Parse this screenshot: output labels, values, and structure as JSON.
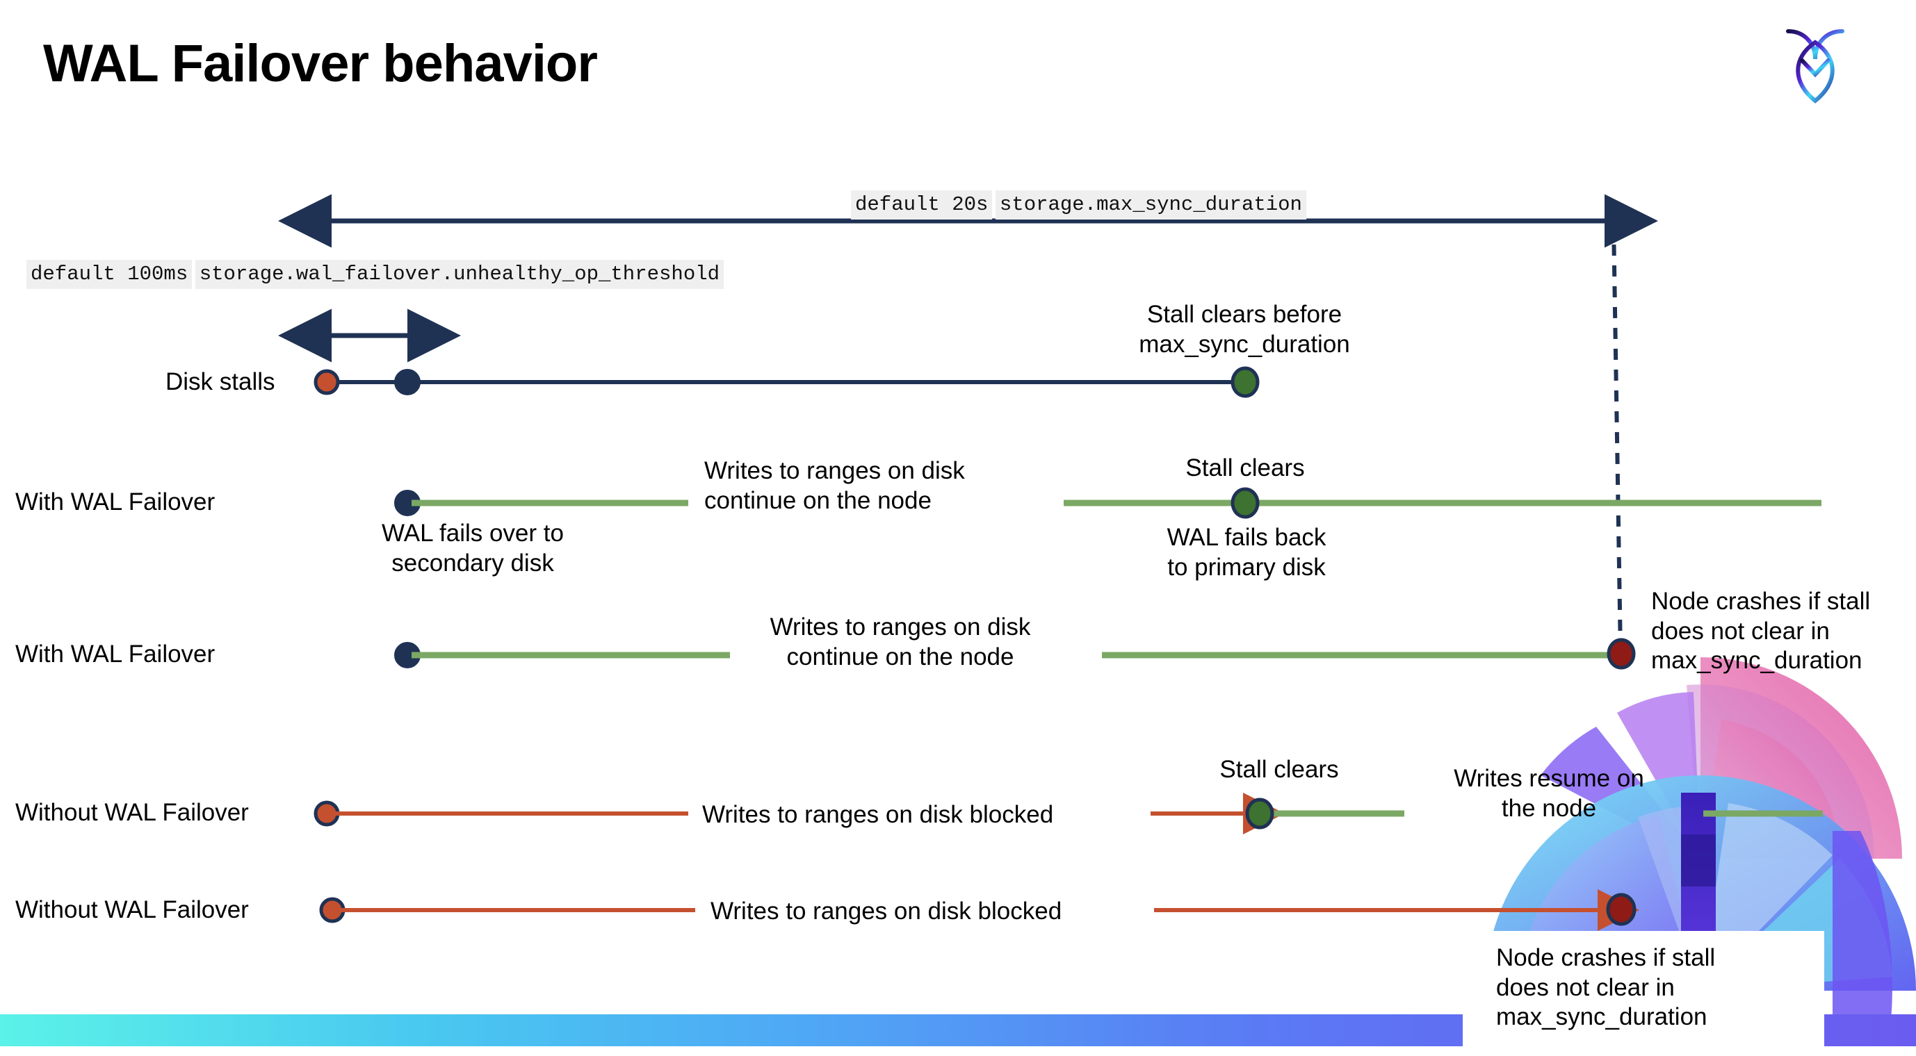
{
  "slide": {
    "title": "WAL Failover behavior",
    "logo_name": "cockroachdb-logo"
  },
  "annotations": {
    "max_sync_default": "default 20s",
    "max_sync_setting": "storage.max_sync_duration",
    "unhealthy_default": "default 100ms",
    "unhealthy_setting": "storage.wal_failover.unhealthy_op_threshold"
  },
  "rows": [
    {
      "label": "Disk stalls",
      "notes": [
        {
          "text": "Stall clears before\nmax_sync_duration"
        }
      ]
    },
    {
      "label": "With WAL Failover",
      "notes": [
        {
          "text": "Writes to ranges on disk\ncontinue on the node"
        },
        {
          "text": "Stall clears"
        },
        {
          "text": "WAL fails over to\nsecondary disk"
        },
        {
          "text": "WAL fails  back\nto primary disk"
        }
      ]
    },
    {
      "label": "With WAL Failover",
      "notes": [
        {
          "text": "Writes to ranges on disk\ncontinue on the node"
        },
        {
          "text": "Node crashes if stall\ndoes not clear in\nmax_sync_duration"
        }
      ]
    },
    {
      "label": "Without WAL Failover",
      "notes": [
        {
          "text": "Writes to ranges on disk  blocked"
        },
        {
          "text": "Stall clears"
        },
        {
          "text": "Writes resume on\nthe node"
        }
      ]
    },
    {
      "label": "Without WAL Failover",
      "notes": [
        {
          "text": "Writes to ranges on disk  blocked"
        },
        {
          "text": "Node crashes if stall\ndoes not clear in\nmax_sync_duration"
        }
      ]
    }
  ],
  "colors": {
    "navy": "#1F3254",
    "orange": "#C5502F",
    "green_line": "#7BA864",
    "green_dot": "#3E7230",
    "dark_red": "#8E1B15",
    "chip_bg": "#EFEFEF",
    "bar_gradient_start": "#5BF2E8",
    "bar_gradient_end": "#6A5CF0"
  }
}
